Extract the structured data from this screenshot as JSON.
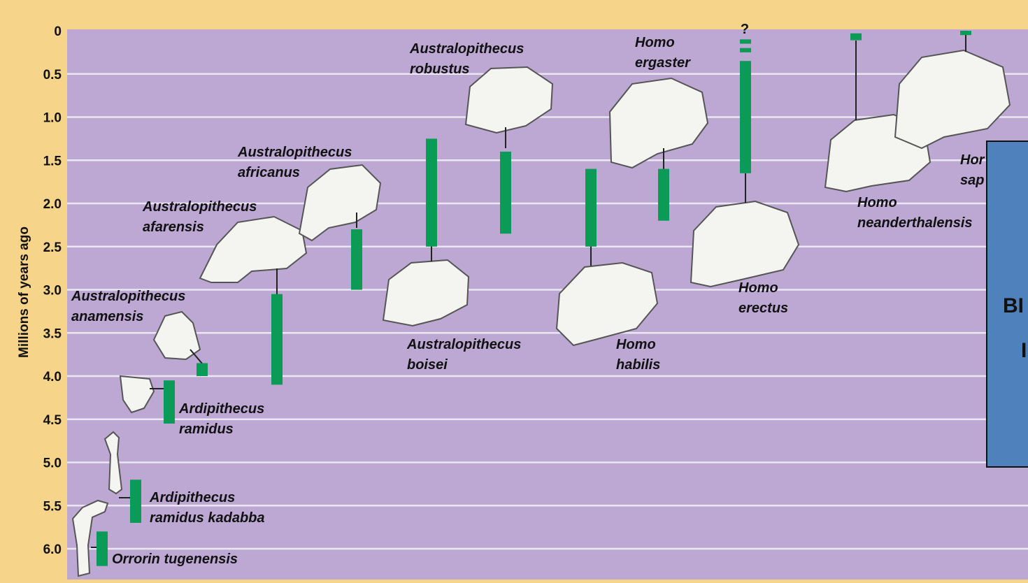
{
  "chart_data": {
    "type": "range",
    "ylabel": "Millions of years ago",
    "ylim": [
      0,
      6.3
    ],
    "ticks": [
      "0",
      "0.5",
      "1.0",
      "1.5",
      "2.0",
      "2.5",
      "3.0",
      "3.5",
      "4.0",
      "4.5",
      "5.0",
      "5.5",
      "6.0"
    ],
    "tick_values": [
      0,
      0.5,
      1.0,
      1.5,
      2.0,
      2.5,
      3.0,
      3.5,
      4.0,
      4.5,
      5.0,
      5.5,
      6.0
    ],
    "grid": true,
    "bar_color": "#0c9a57",
    "plot_background": "#bca8d3",
    "series": [
      {
        "name": "Orrorin tugenensis",
        "start": 6.2,
        "end": 5.8
      },
      {
        "name": "Ardipithecus ramidus kadabba",
        "start": 5.7,
        "end": 5.2
      },
      {
        "name": "Ardipithecus ramidus",
        "start": 4.55,
        "end": 4.05
      },
      {
        "name": "Australopithecus anamensis",
        "start": 4.0,
        "end": 3.85
      },
      {
        "name": "Australopithecus afarensis",
        "start": 4.1,
        "end": 3.05
      },
      {
        "name": "Australopithecus africanus",
        "start": 3.0,
        "end": 2.3
      },
      {
        "name": "Australopithecus boisei",
        "start": 2.5,
        "end": 1.25
      },
      {
        "name": "Australopithecus robustus",
        "start": 2.35,
        "end": 1.4
      },
      {
        "name": "Homo habilis",
        "start": 2.5,
        "end": 1.6
      },
      {
        "name": "Homo ergaster",
        "start": 2.2,
        "end": 1.6
      },
      {
        "name": "Homo erectus",
        "start": 1.65,
        "end": 0.35,
        "extra_segments": [
          [
            0.25,
            0.2
          ],
          [
            0.15,
            0.1
          ]
        ],
        "annotation": "?"
      },
      {
        "name": "Homo neanderthalensis",
        "start": 0.11,
        "end": 0.03
      },
      {
        "name": "Homo sapiens",
        "start": 0.05,
        "end": 0.0
      }
    ],
    "labels": [
      {
        "key": "orrorin",
        "lines": [
          "Orrorin tugenensis"
        ]
      },
      {
        "key": "kadabba",
        "lines": [
          "Ardipithecus",
          "ramidus kadabba"
        ]
      },
      {
        "key": "ramidus",
        "lines": [
          "Ardipithecus",
          "ramidus"
        ]
      },
      {
        "key": "anamensis",
        "lines": [
          "Australopithecus",
          "anamensis"
        ]
      },
      {
        "key": "afarensis",
        "lines": [
          "Australopithecus",
          "afarensis"
        ]
      },
      {
        "key": "africanus",
        "lines": [
          "Australopithecus",
          "africanus"
        ]
      },
      {
        "key": "boisei",
        "lines": [
          "Australopithecus",
          "boisei"
        ]
      },
      {
        "key": "robustus",
        "lines": [
          "Australopithecus",
          "robustus"
        ]
      },
      {
        "key": "habilis",
        "lines": [
          "Homo",
          "habilis"
        ]
      },
      {
        "key": "ergaster",
        "lines": [
          "Homo",
          "ergaster"
        ]
      },
      {
        "key": "erectus",
        "lines": [
          "Homo",
          "erectus"
        ]
      },
      {
        "key": "neanderthalensis",
        "lines": [
          "Homo",
          "neanderthalensis"
        ]
      },
      {
        "key": "sapiens",
        "lines": [
          "Hor",
          "sap"
        ]
      }
    ]
  },
  "overlay_box": {
    "text_1": "BI",
    "text_2": "I",
    "color": "#4f81bd"
  }
}
